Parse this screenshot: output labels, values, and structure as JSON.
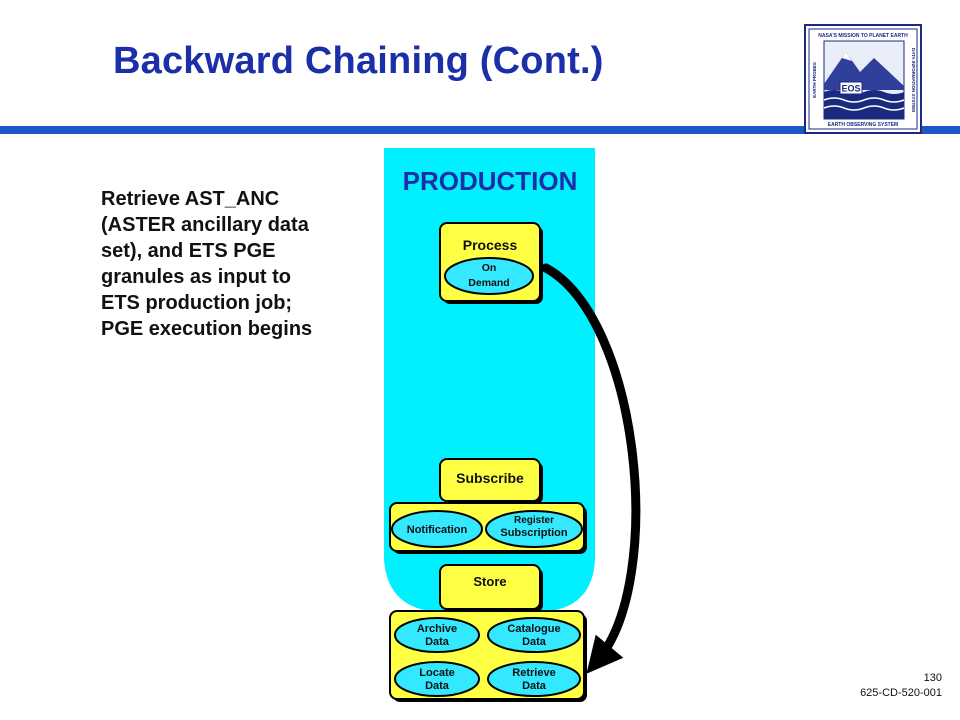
{
  "title": "Backward Chaining (Cont.)",
  "description": "Retrieve AST_ANC (ASTER ancillary data set), and ETS PGE granules as input to ETS production job; PGE execution begins",
  "diagram": {
    "production_label": "PRODUCTION",
    "process": {
      "label": "Process",
      "ellipse": [
        "On",
        "Demand"
      ]
    },
    "subscribe": {
      "label": "Subscribe",
      "notification": "Notification",
      "register": [
        "Register",
        "Subscription"
      ]
    },
    "store": {
      "label": "Store",
      "archive": [
        "Archive",
        "Data"
      ],
      "catalogue": [
        "Catalogue",
        "Data"
      ],
      "locate": [
        "Locate",
        "Data"
      ],
      "retrieve": [
        "Retrieve",
        "Data"
      ]
    }
  },
  "logo": {
    "top_text": "NASA'S MISSION TO PLANET EARTH",
    "badge": "EOS",
    "bottom_text": "EARTH OBSERVING SYSTEM",
    "left_text": "EARTH PROBES",
    "right_text": "DATA INFORMATION SYSTEM"
  },
  "footer": {
    "page_number": "130",
    "doc_id": "625-CD-520-001"
  },
  "colors": {
    "title": "#1a2fa8",
    "rule": "#1f57c9",
    "production_bg": "#00f0ff",
    "box_fill": "#ffff44",
    "ellipse_fill": "#33e8ff",
    "arrow": "#000000"
  }
}
